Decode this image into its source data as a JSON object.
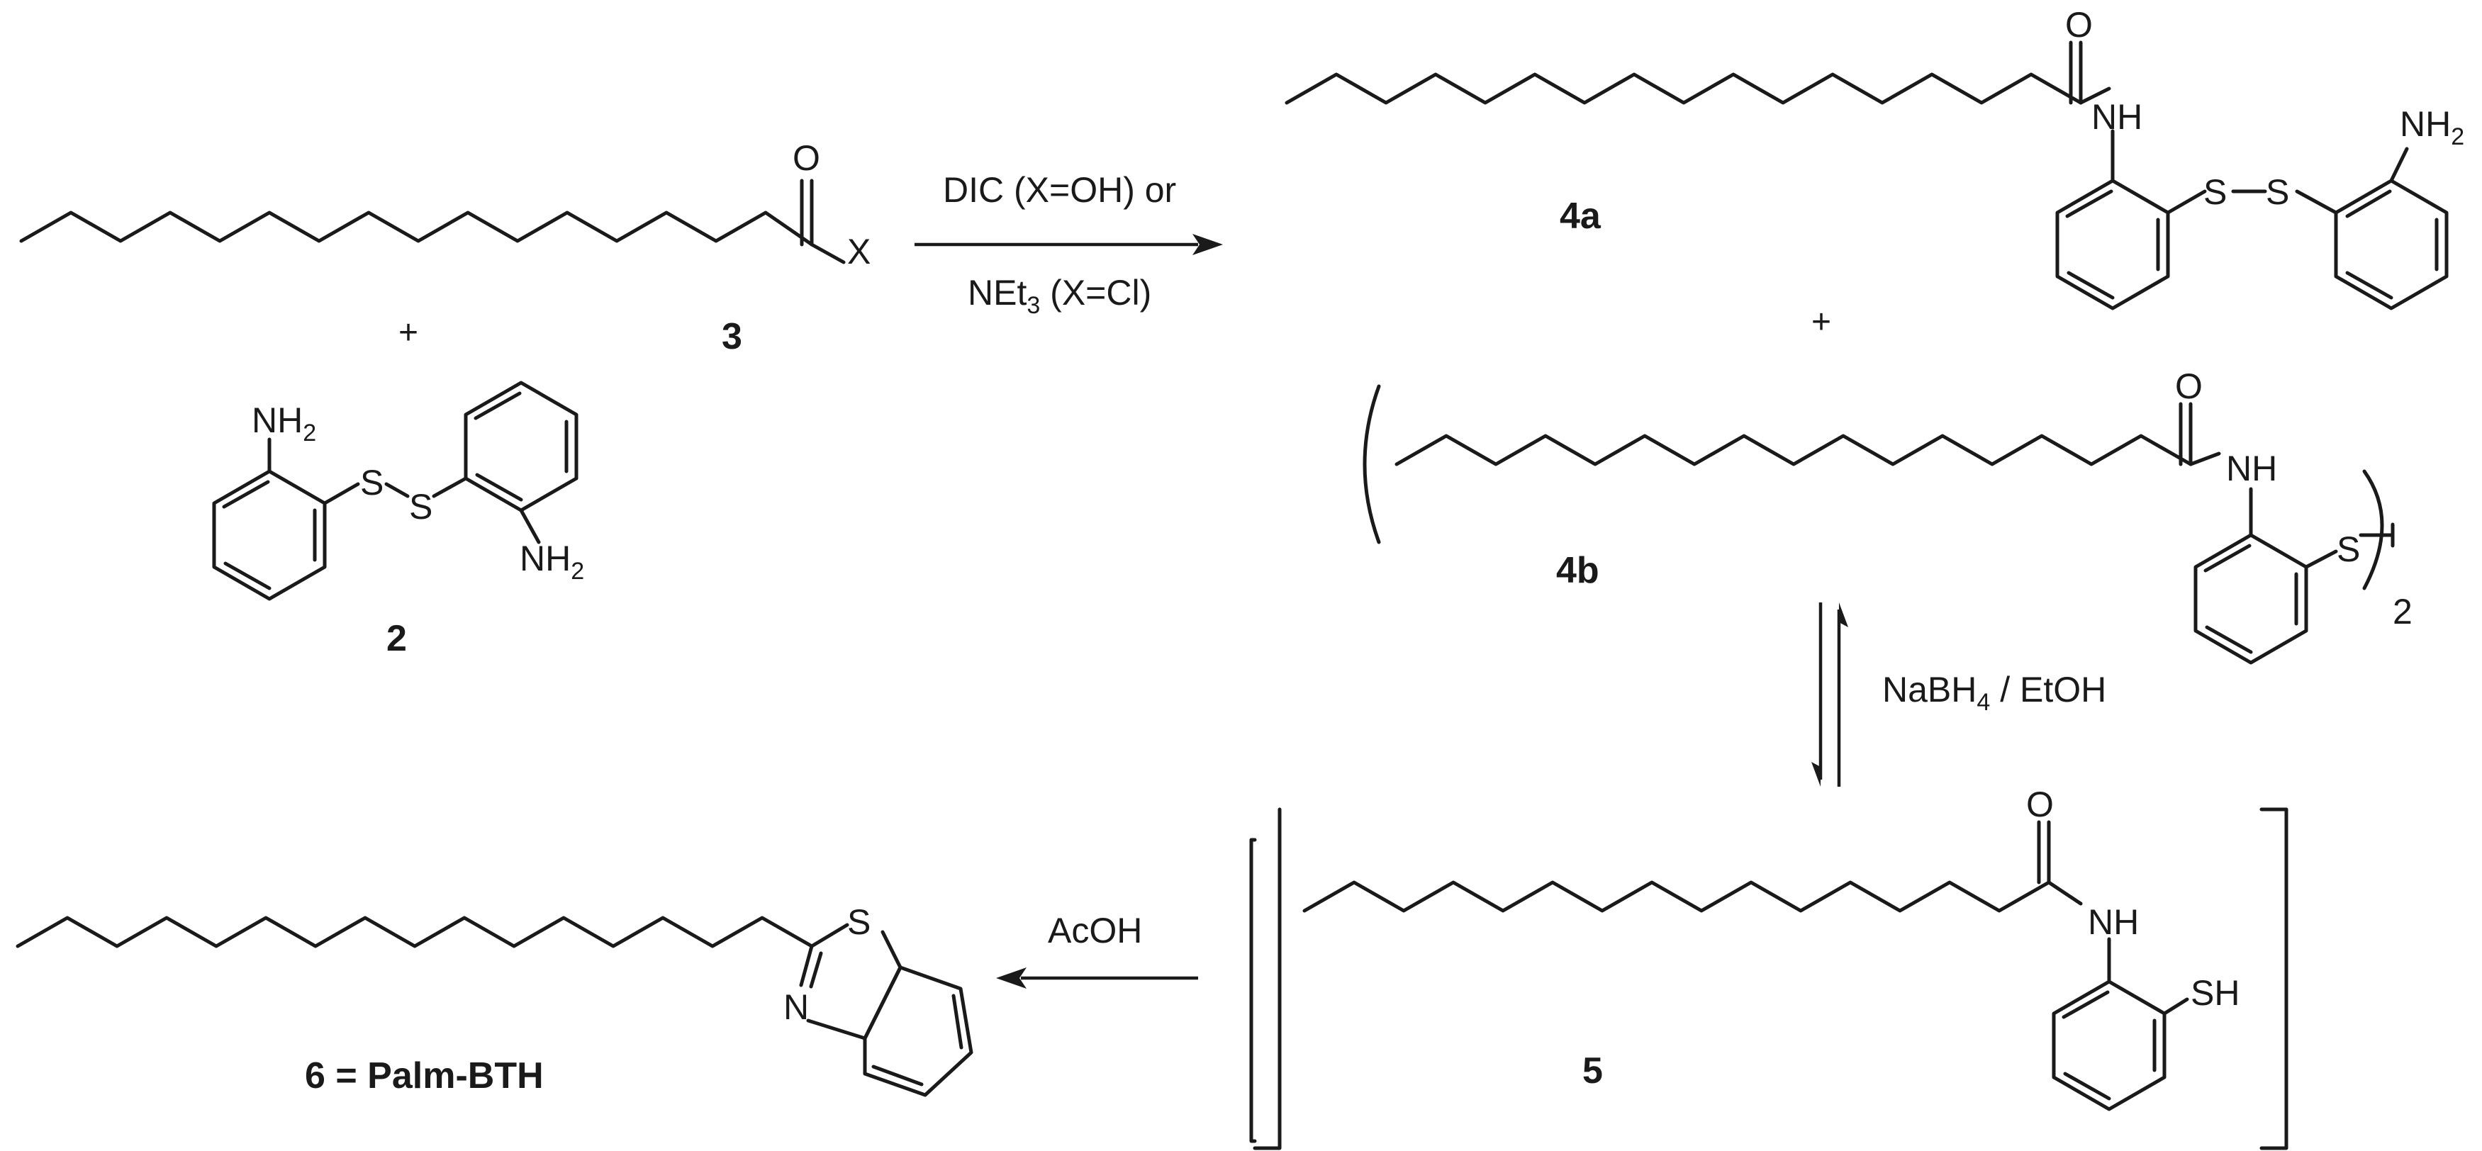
{
  "compounds": {
    "c3": {
      "label": "3",
      "atoms": {
        "o": "O",
        "x": "X"
      }
    },
    "c2": {
      "label": "2",
      "atoms": {
        "nh2_a": "NH",
        "nh2_a_sub": "2",
        "s1": "S",
        "s2": "S",
        "nh2_b": "NH",
        "nh2_b_sub": "2"
      }
    },
    "c4a": {
      "label": "4a",
      "atoms": {
        "o": "O",
        "nh": "NH",
        "s1": "S",
        "s2": "S",
        "nh2": "NH",
        "nh2_sub": "2"
      }
    },
    "c4b": {
      "label": "4b",
      "atoms": {
        "o": "O",
        "nh": "NH",
        "s": "S"
      },
      "multiplier": "2"
    },
    "c5": {
      "label": "5",
      "atoms": {
        "o": "O",
        "nh": "NH",
        "sh": "SH"
      }
    },
    "c6": {
      "label": "6 = Palm-BTH",
      "atoms": {
        "s": "S",
        "n": "N"
      }
    }
  },
  "plus_signs": [
    "+",
    "+"
  ],
  "reagents": {
    "step1_line1": "DIC (X=OH) or",
    "step1_line2_pre": "NEt",
    "step1_line2_sub": "3",
    "step1_line2_post": " (X=Cl)",
    "step2_pre": "NaBH",
    "step2_sub": "4",
    "step2_post": " / EtOH",
    "step3": "AcOH"
  }
}
